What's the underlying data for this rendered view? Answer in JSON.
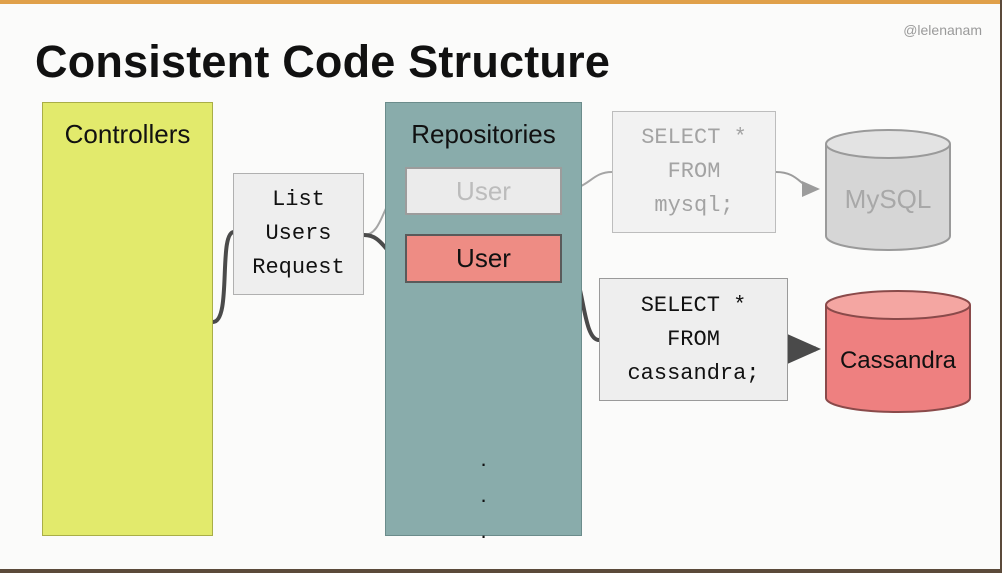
{
  "slide": {
    "handle": "@lelenanam",
    "title": "Consistent Code Structure"
  },
  "columns": {
    "controllers": "Controllers",
    "repositories": "Repositories"
  },
  "request_box": "List\nUsers\nRequest",
  "repo_items": {
    "user_mysql": "User",
    "user_cassandra": "User",
    "ellipsis": ".\n.\n."
  },
  "queries": {
    "mysql": "SELECT *\nFROM\nmysql;",
    "cassandra": "SELECT *\nFROM\ncassandra;"
  },
  "databases": {
    "mysql": "MySQL",
    "cassandra": "Cassandra"
  },
  "colors": {
    "controllers": "#e2ea6c",
    "repositories": "#89acab",
    "active_red": "#ee8c84",
    "inactive_gray": "#d6d6d6"
  }
}
